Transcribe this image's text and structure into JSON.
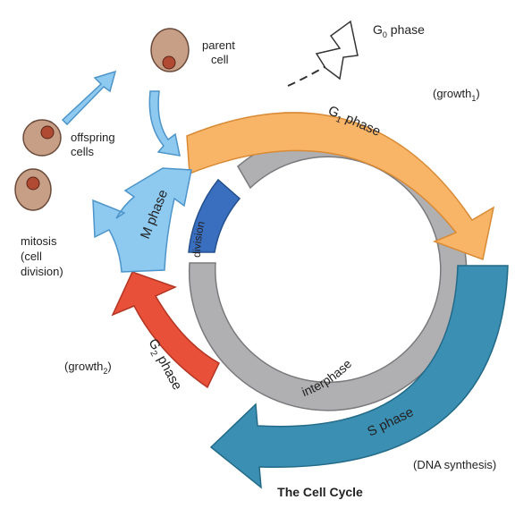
{
  "title": "The Cell Cycle",
  "phases": {
    "g1": {
      "prefix": "G",
      "sub": "1",
      "suffix": " phase",
      "note_prefix": "(growth",
      "note_sub": "1",
      "note_suffix": ")"
    },
    "s": {
      "label": "S phase",
      "note": "(DNA synthesis)"
    },
    "g2": {
      "prefix": "G",
      "sub": "2",
      "suffix": " phase",
      "note_prefix": "(growth",
      "note_sub": "2",
      "note_suffix": ")"
    },
    "m": {
      "label": "M phase"
    },
    "g0": {
      "prefix": "G",
      "sub": "0",
      "suffix": " phase"
    }
  },
  "inner_ring": {
    "division": "division",
    "interphase": "interphase"
  },
  "cells": {
    "parent": [
      "parent",
      "cell"
    ],
    "offspring": [
      "offspring",
      "cells"
    ],
    "mitosis": [
      "mitosis",
      "(cell",
      "division)"
    ]
  },
  "colors": {
    "g1": "#f9b567",
    "s": "#3b8fb2",
    "g2": "#e8503a",
    "m": "#8ec9f0",
    "division": "#3a6fbf",
    "interphase": "#b0b0b2",
    "cell": "#c79f86",
    "nucleus": "#b04a32"
  }
}
